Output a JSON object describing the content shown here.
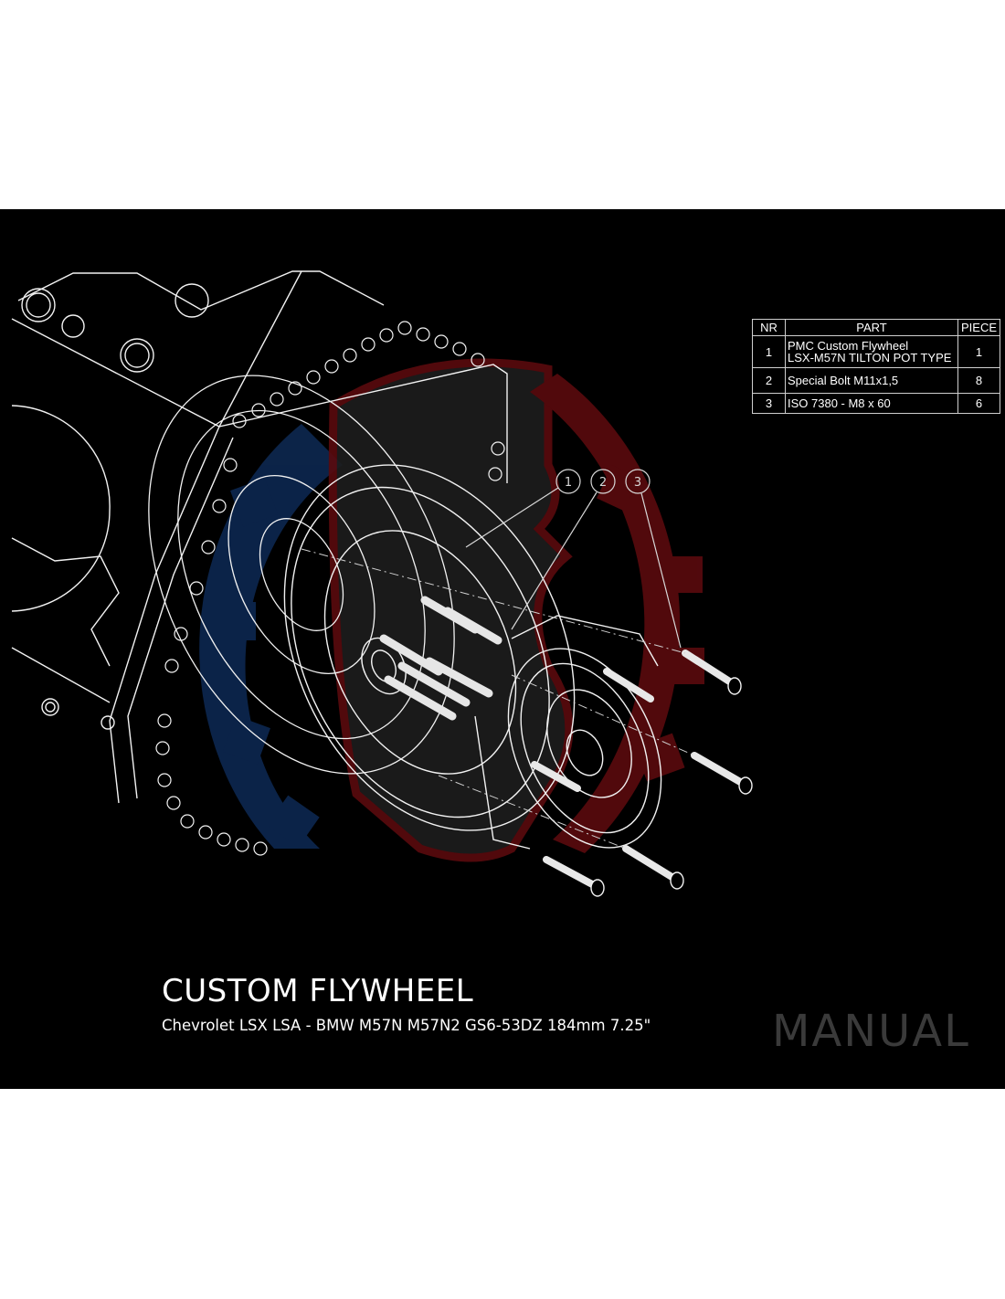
{
  "parts_table": {
    "headers": {
      "nr": "NR",
      "part": "PART",
      "piece": "PIECE"
    },
    "rows": [
      {
        "nr": "1",
        "part_line1": "PMC Custom Flywheel",
        "part_line2": "LSX-M57N TILTON POT TYPE",
        "piece": "1"
      },
      {
        "nr": "2",
        "part_line1": "Special Bolt M11x1,5",
        "part_line2": "",
        "piece": "8"
      },
      {
        "nr": "3",
        "part_line1": "ISO 7380 - M8 x 60",
        "part_line2": "",
        "piece": "6"
      }
    ]
  },
  "callouts": [
    "1",
    "2",
    "3"
  ],
  "title": "CUSTOM FLYWHEEL",
  "subtitle": "Chevrolet LSX LSA - BMW M57N M57N2 GS6-53DZ 184mm 7.25\"",
  "watermark_label": "MANUAL",
  "colors": {
    "background": "#000000",
    "page": "#ffffff",
    "line_art": "#f2f2f2",
    "logo_red": "#5a0a0e",
    "logo_blue": "#0e2a55",
    "watermark": "#3a3a3a"
  }
}
